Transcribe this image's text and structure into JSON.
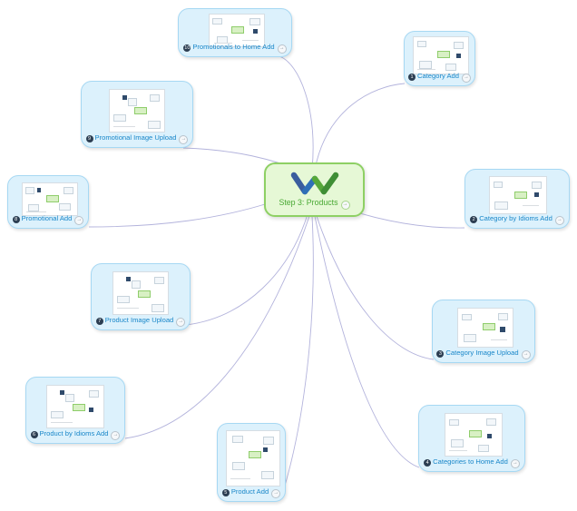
{
  "central_topic": {
    "title": "Step 3: Products",
    "logo_icon": "w-logo-icon",
    "color": "#47a832"
  },
  "topics": [
    {
      "id": "promotionals-to-home-add",
      "number": "10",
      "label": "Promotionals to Home Add"
    },
    {
      "id": "category-add",
      "number": "1",
      "label": "Category Add"
    },
    {
      "id": "promotional-image-upload",
      "number": "9",
      "label": "Promotional Image Upload"
    },
    {
      "id": "promotional-add",
      "number": "8",
      "label": "Promotional Add"
    },
    {
      "id": "category-by-idioms-add",
      "number": "2",
      "label": "Category by Idioms Add"
    },
    {
      "id": "product-image-upload",
      "number": "7",
      "label": "Product Image Upload"
    },
    {
      "id": "category-image-upload",
      "number": "3",
      "label": "Category Image Upload"
    },
    {
      "id": "product-by-idioms-add",
      "number": "6",
      "label": "Product by Idioms Add"
    },
    {
      "id": "categories-to-home-add",
      "number": "4",
      "label": "Categories to Home Add"
    },
    {
      "id": "product-add",
      "number": "5",
      "label": "Product Add"
    }
  ],
  "colors": {
    "topic_fill": "#dcf1fc",
    "topic_border": "#a6d8f3",
    "topic_text": "#1a87c9",
    "connector": "#b3b3dc",
    "central_fill": "#e6f8d6",
    "central_border": "#8ed064"
  }
}
